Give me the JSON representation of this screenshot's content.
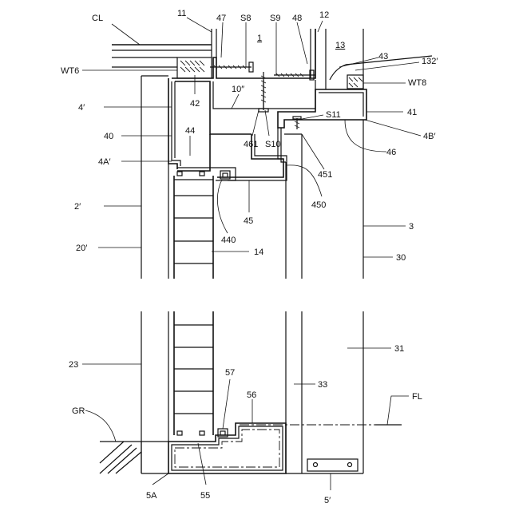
{
  "diagram": {
    "figure_ref": "1",
    "labels": {
      "cl": "CL",
      "n11": "11",
      "n47": "47",
      "s8": "S8",
      "s9": "S9",
      "n48": "48",
      "n12": "12",
      "n13": "13",
      "n43": "43",
      "n132": "132′",
      "wt6": "WT6",
      "wt8": "WT8",
      "n10": "10″",
      "n42": "42",
      "n4p": "4′",
      "n41": "41",
      "s11": "S11",
      "n40": "40",
      "n44": "44",
      "n461": "461",
      "s10": "S10",
      "n4bp": "4B′",
      "n46": "46",
      "n4ap": "4A′",
      "n451": "451",
      "n450": "450",
      "n45": "45",
      "n2p": "2′",
      "n3": "3",
      "n440": "440",
      "n20p": "20′",
      "n14": "14",
      "n30": "30",
      "n31": "31",
      "n23": "23",
      "n33": "33",
      "n57": "57",
      "n56": "56",
      "fl": "FL",
      "gr": "GR",
      "n5a": "5A",
      "n55": "55",
      "n5p": "5′"
    }
  }
}
